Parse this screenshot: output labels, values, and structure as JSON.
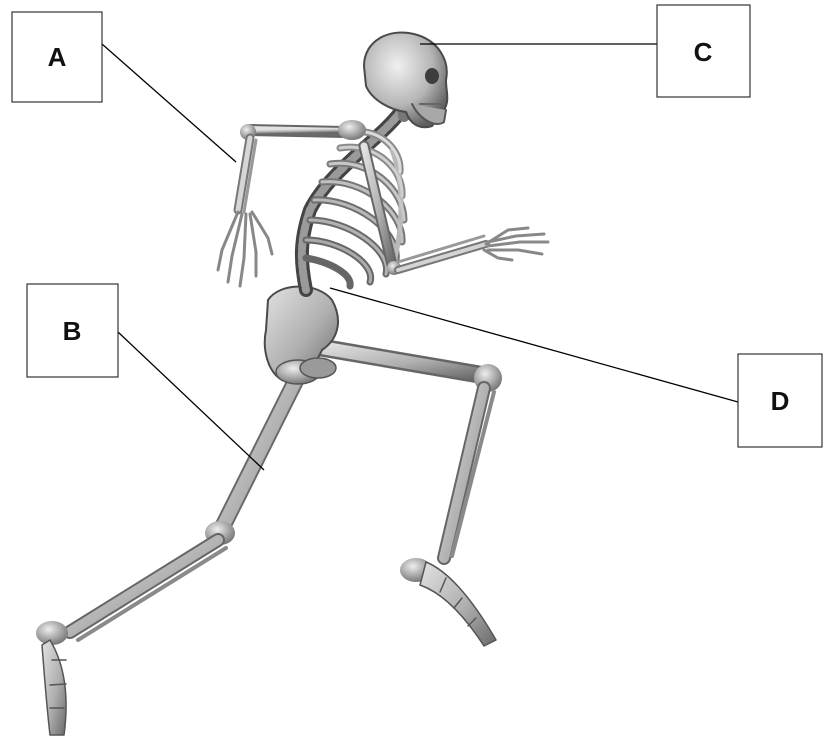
{
  "diagram": {
    "labels": [
      {
        "id": "A",
        "text": "A"
      },
      {
        "id": "B",
        "text": "B"
      },
      {
        "id": "C",
        "text": "C"
      },
      {
        "id": "D",
        "text": "D"
      }
    ]
  },
  "colors": {
    "background": "#ffffff",
    "bone_light": "#d8d8d8",
    "bone_mid": "#a9a9a9",
    "bone_dark": "#5c5c5c",
    "line": "#000000",
    "box_border": "#333333"
  }
}
